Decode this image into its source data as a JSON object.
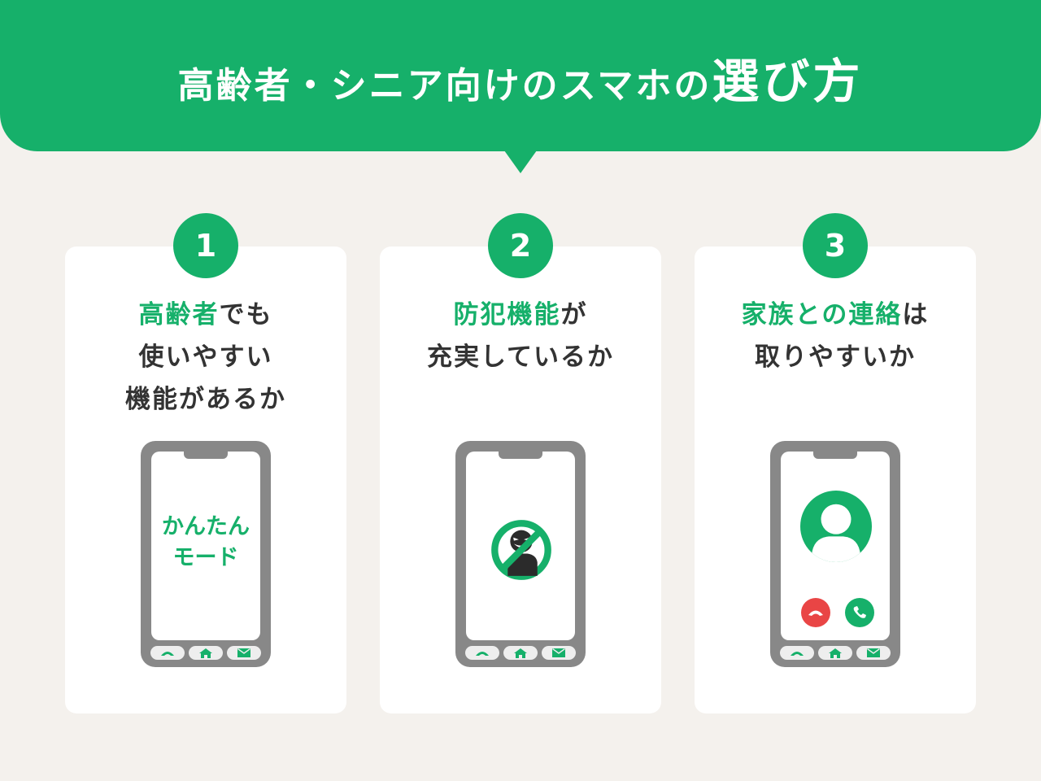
{
  "header": {
    "title_main": "高齢者・シニア向けのスマホの",
    "title_emphasis": "選び方",
    "bg_color": "#16b06a"
  },
  "colors": {
    "accent": "#16b06a",
    "background": "#f4f1ed",
    "text": "#333333",
    "phone_bezel": "#888888",
    "decline_red": "#e94545"
  },
  "cards": [
    {
      "number": "1",
      "heading_accent": "高齢者",
      "heading_rest_line1": "でも",
      "heading_line2": "使いやすい",
      "heading_line3": "機能があるか",
      "phone_screen_text_line1": "かんたん",
      "phone_screen_text_line2": "モード",
      "phone_buttons": [
        "phone-icon",
        "home-icon",
        "mail-icon"
      ]
    },
    {
      "number": "2",
      "heading_accent": "防犯機能",
      "heading_rest_line1": "が",
      "heading_line2": "充実しているか",
      "phone_screen_icon": "no-thief-icon",
      "phone_buttons": [
        "phone-icon",
        "home-icon",
        "mail-icon"
      ]
    },
    {
      "number": "3",
      "heading_accent": "家族との連絡",
      "heading_rest_line1": "は",
      "heading_line2": "取りやすいか",
      "phone_screen_icon": "contact-avatar-icon",
      "call_buttons": [
        "decline-call-icon",
        "accept-call-icon"
      ],
      "phone_buttons": [
        "phone-icon",
        "home-icon",
        "mail-icon"
      ]
    }
  ]
}
